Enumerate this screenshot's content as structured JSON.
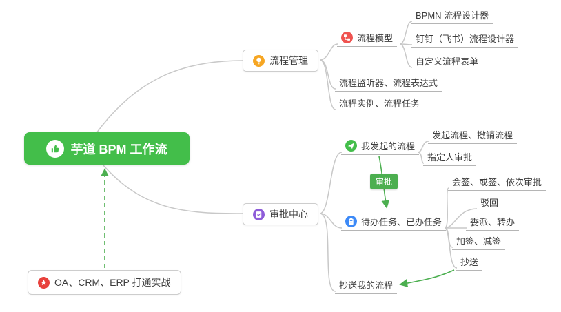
{
  "root": {
    "label": "芋道 BPM 工作流"
  },
  "badge": {
    "label": "审批"
  },
  "nodes": {
    "process_mgmt": {
      "label": "流程管理"
    },
    "process_model": {
      "label": "流程模型"
    },
    "bpmn_designer": {
      "label": "BPMN 流程设计器"
    },
    "dingtalk_designer": {
      "label": "钉钉（飞书）流程设计器"
    },
    "custom_form": {
      "label": "自定义流程表单"
    },
    "listener_expr": {
      "label": "流程监听器、流程表达式"
    },
    "instance_task": {
      "label": "流程实例、流程任务"
    },
    "approval_center": {
      "label": "审批中心"
    },
    "my_initiated": {
      "label": "我发起的流程"
    },
    "initiate_cancel": {
      "label": "发起流程、撤销流程"
    },
    "assignee_approval": {
      "label": "指定人审批"
    },
    "todo_done": {
      "label": "待办任务、已办任务"
    },
    "countersign": {
      "label": "会签、或签、依次审批"
    },
    "reject": {
      "label": "驳回"
    },
    "delegate_transfer": {
      "label": "委派、转办"
    },
    "add_remove_sign": {
      "label": "加签、减签"
    },
    "cc": {
      "label": "抄送"
    },
    "cc_my_process": {
      "label": "抄送我的流程"
    },
    "oa_crm_erp": {
      "label": "OA、CRM、ERP 打通实战"
    }
  },
  "icons": {
    "root": "thumbs-up-icon",
    "process_mgmt": "lightbulb-icon",
    "process_model": "flow-model-icon",
    "my_initiated": "paper-plane-icon",
    "todo_done": "clipboard-icon",
    "approval_center": "checklist-icon",
    "oa_crm_erp": "star-icon"
  },
  "colors": {
    "root_bg": "#43be4a",
    "badge_bg": "#4caf50",
    "relation_green": "#4caf50",
    "connector_gray": "#c8c8c8",
    "underline_gray": "#b5b5b5",
    "node_border": "#cdcdcd",
    "text": "#3d3d3d",
    "icon_orange": "#f6a623",
    "icon_red": "#ef5350",
    "icon_green": "#43be4a",
    "icon_blue": "#3d8af7",
    "icon_purple": "#8e5cd9",
    "icon_star_red": "#e8413c"
  }
}
